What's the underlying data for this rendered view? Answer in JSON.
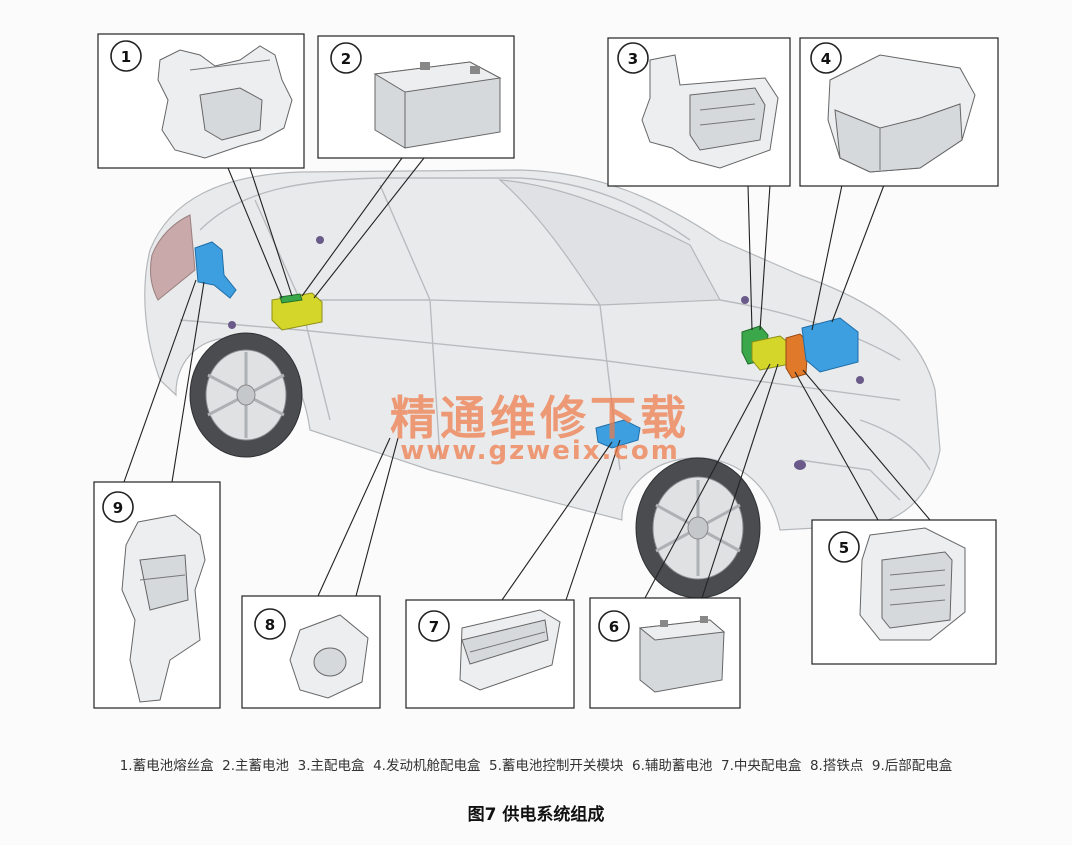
{
  "callouts": [
    {
      "number": "1",
      "part": "蓄电池熔丝盒"
    },
    {
      "number": "2",
      "part": "主蓄电池"
    },
    {
      "number": "3",
      "part": "主配电盒"
    },
    {
      "number": "4",
      "part": "发动机舱配电盒"
    },
    {
      "number": "5",
      "part": "蓄电池控制开关模块"
    },
    {
      "number": "6",
      "part": "辅助蓄电池"
    },
    {
      "number": "7",
      "part": "中央配电盒"
    },
    {
      "number": "8",
      "part": "搭铁点"
    },
    {
      "number": "9",
      "part": "后部配电盒"
    }
  ],
  "legend": "1.蓄电池熔丝盒  2.主蓄电池  3.主配电盒  4.发动机舱配电盒  5.蓄电池控制开关模块  6.辅助蓄电池  7.中央配电盒  8.搭铁点  9.后部配电盒",
  "figure_title": "图7  供电系统组成",
  "watermark": {
    "text": "精通维修下载",
    "url": "www.gzweix.com",
    "color": "#ee7a46"
  },
  "highlight_colors": {
    "blue": "#3d9fe0",
    "yellow": "#d4d62a",
    "orange": "#e07a2a",
    "green": "#3aa84a"
  }
}
